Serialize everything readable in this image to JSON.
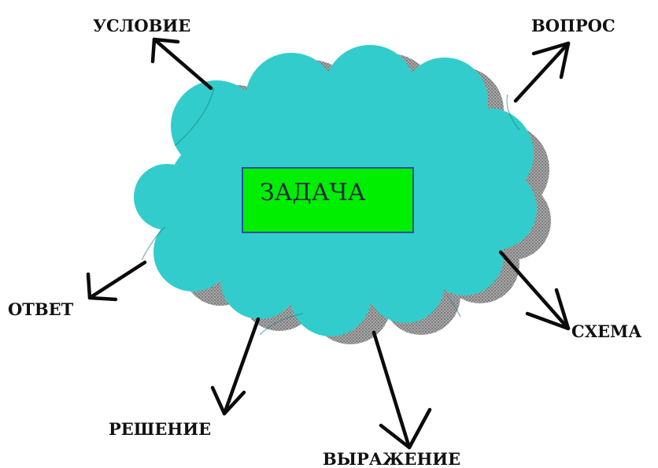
{
  "diagram": {
    "center": {
      "label": "ЗАДАЧА"
    },
    "nodes": [
      {
        "id": "uslovie",
        "label": "УСЛОВИЕ"
      },
      {
        "id": "vopros",
        "label": "ВОПРОС"
      },
      {
        "id": "otvet",
        "label": "ОТВЕТ"
      },
      {
        "id": "skhema",
        "label": "СХЕМА"
      },
      {
        "id": "reshenie",
        "label": "РЕШЕНИЕ"
      },
      {
        "id": "vyrazhenie",
        "label": "ВЫРАЖЕНИЕ"
      }
    ]
  },
  "colors": {
    "cloud": "#33cccc",
    "cloud_shadow": "#8a8a8a",
    "center_box": "#00ee00",
    "center_border": "#2a4fa0",
    "arrow": "#0b0b0b"
  }
}
